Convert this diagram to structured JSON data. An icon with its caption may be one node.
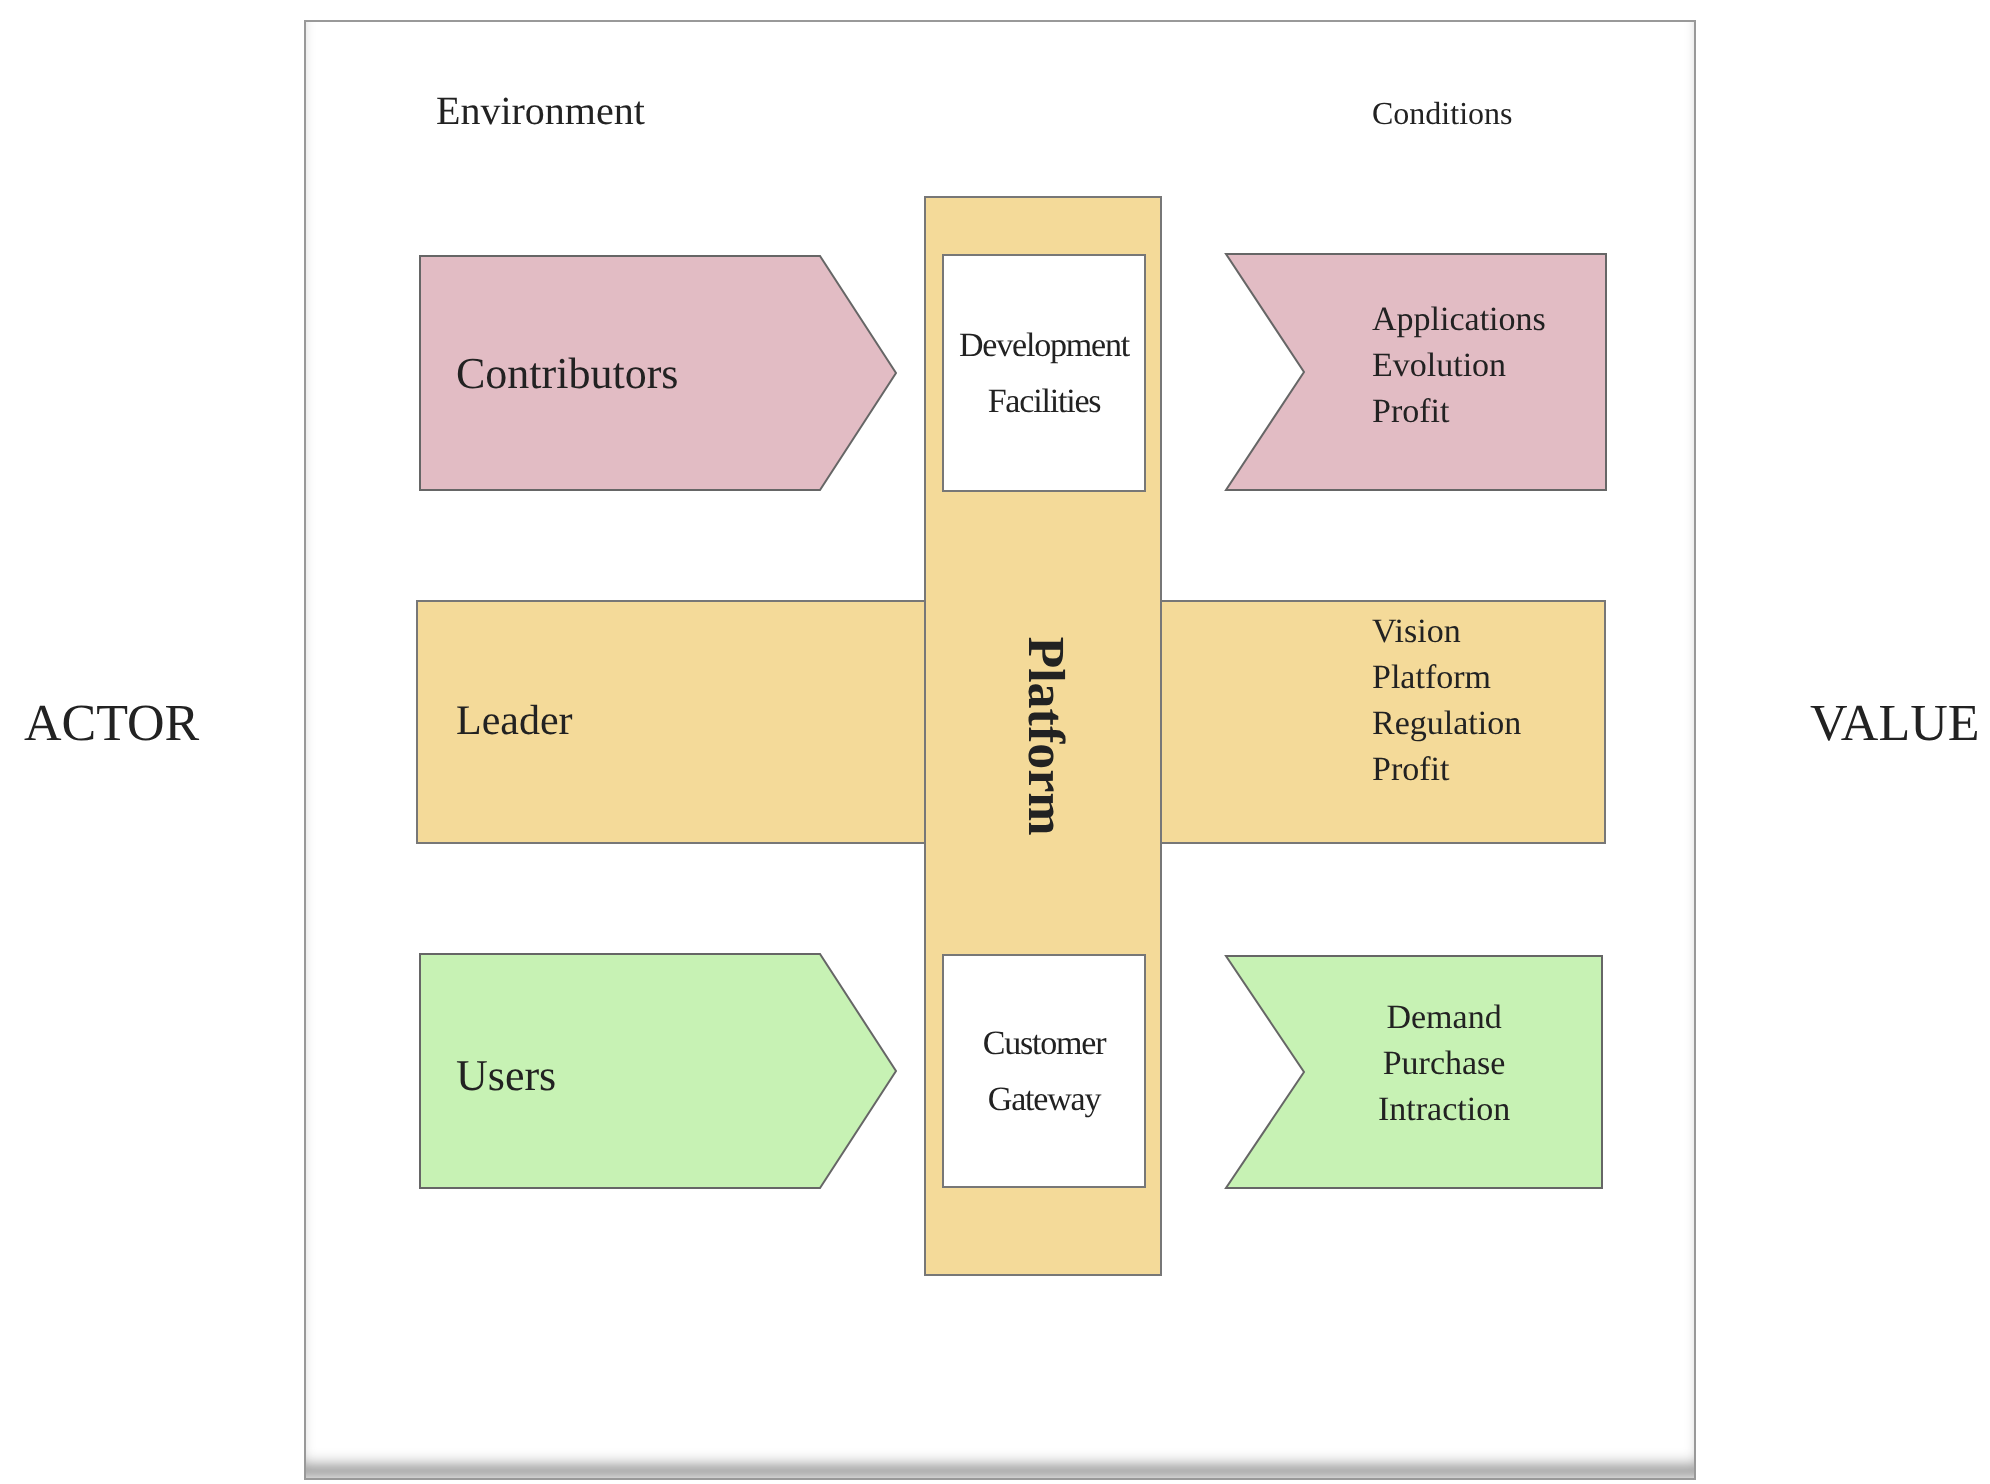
{
  "diagram": {
    "nodes": [
      {
        "text": [
          "Contributors"
        ]
      },
      {
        "text": [
          "Platform"
        ]
      },
      {
        "text": [
          "Development Facilities"
        ],
        "in": 1
      },
      {
        "text": [
          "Applications Evolution Profit"
        ]
      },
      {
        "text": [
          "Leader",
          "Vision Platform Regulation Profit"
        ]
      },
      {
        "text": [
          "Users"
        ]
      },
      {
        "text": [
          "Customer Gateway"
        ],
        "in": 1
      },
      {
        "text": [
          "Demand Purchase Intraction"
        ]
      }
    ],
    "labels": [
      "Environment",
      "Conditions",
      "ACTOR",
      "VALUE"
    ]
  }
}
